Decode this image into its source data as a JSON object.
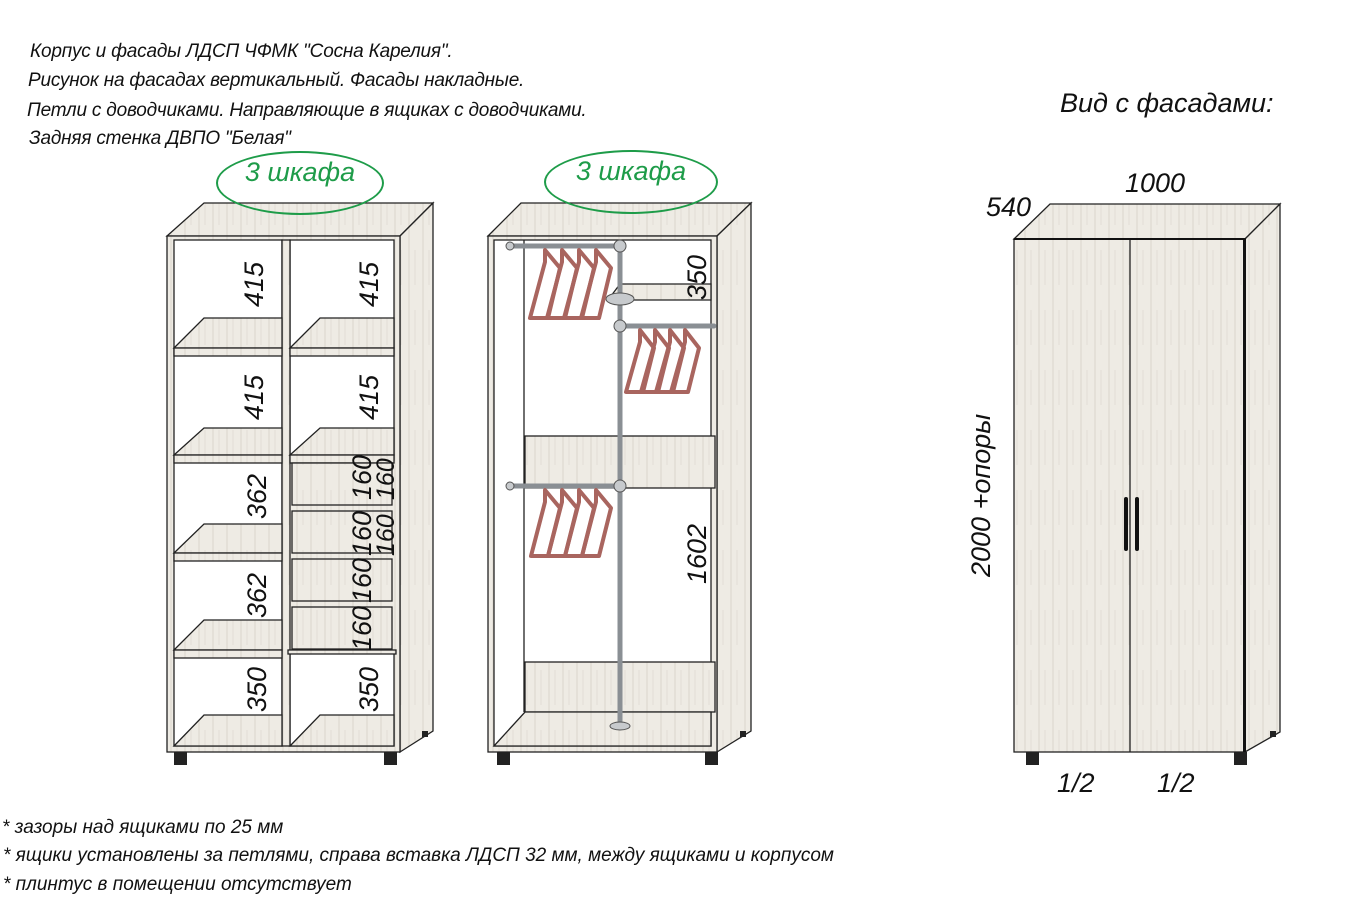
{
  "notes": {
    "line1": "Корпус и фасады ЛДСП ЧФМК \"Сосна Карелия\".",
    "line2": "Рисунок на фасадах вертикальный. Фасады накладные.",
    "line3": "Петли с доводчиками. Направляющие в ящиках с доводчиками.",
    "line4": "Задняя стенка ДВПО \"Белая\""
  },
  "badges": {
    "left": "3 шкафа",
    "right": "3 шкафа"
  },
  "left_cabinet": {
    "left_col": [
      "415",
      "415",
      "362",
      "362",
      "350"
    ],
    "right_col": [
      "415",
      "415",
      "350"
    ],
    "drawers": [
      "160",
      "160",
      "160",
      "160"
    ]
  },
  "middle_cabinet": {
    "top_section": "350",
    "bottom_section": "1602"
  },
  "facade_view": {
    "title": "Вид с фасадами:",
    "width": "1000",
    "depth": "540",
    "height": "2000 +опоры",
    "door_left": "1/2",
    "door_right": "1/2"
  },
  "footnotes": {
    "f1": " * зазоры над ящиками по 25 мм",
    "f2": "* ящики установлены за петлями, справа вставка ЛДСП 32 мм, между ящиками и корпусом",
    "f3": "* плинтус в помещении отсутствует"
  },
  "colors": {
    "board": "#eeebe4",
    "edge": "#222222",
    "badge": "#1e9c49",
    "hanger": "#a9655f",
    "rod": "#8a8f94"
  }
}
